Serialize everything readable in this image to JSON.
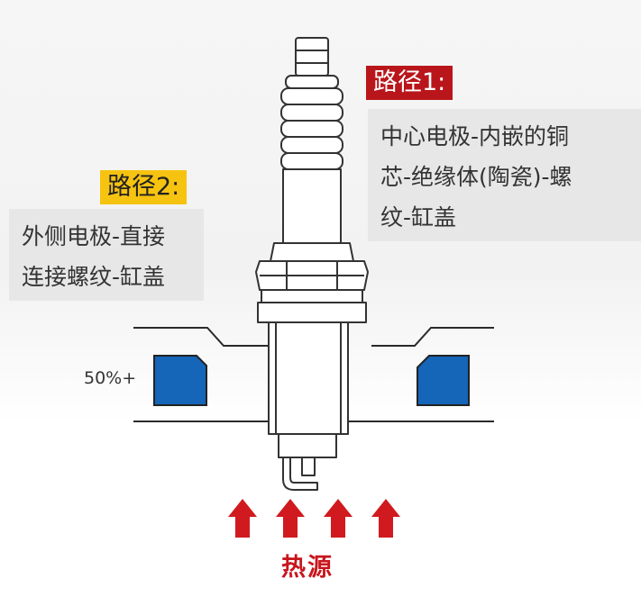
{
  "path1": {
    "label": "路径1:",
    "lines": [
      "中心电极-内嵌的铜",
      "芯-绝缘体(陶瓷)-螺",
      "纹-缸盖"
    ]
  },
  "path2": {
    "label": "路径2:",
    "lines": [
      "外侧电极-直接",
      "连接螺纹-缸盖"
    ]
  },
  "percent_label": "50%+",
  "heat_label": "热源",
  "colors": {
    "path1_tag": "#b9161b",
    "path2_tag": "#f6c311",
    "text_box": "#e7e7e7",
    "cooling_channel": "#1565b8",
    "heat_arrow": "#d01a1f"
  }
}
